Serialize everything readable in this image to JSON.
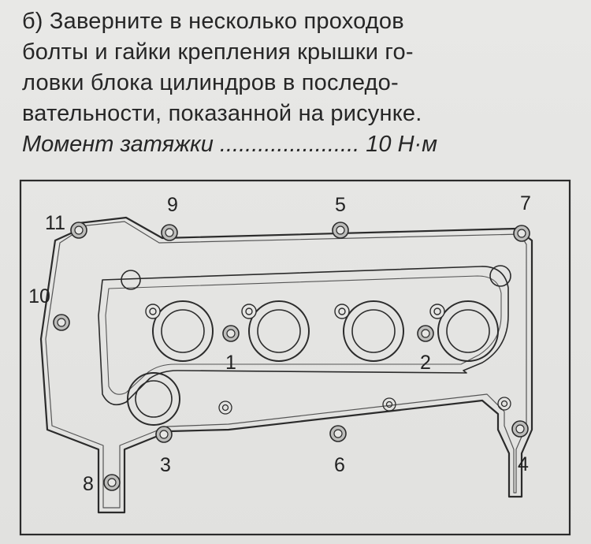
{
  "instruction": {
    "lines": [
      "б) Заверните в несколько проходов",
      "болты и гайки крепления крышки го-",
      "ловки блока цилиндров в последо-",
      "вательности, показанной на рисунке."
    ]
  },
  "torque": {
    "label": "Момент затяжки",
    "dots": "......................",
    "value": "10 Н·м"
  },
  "bolt_labels": [
    "1",
    "2",
    "3",
    "4",
    "5",
    "6",
    "7",
    "8",
    "9",
    "10",
    "11"
  ]
}
